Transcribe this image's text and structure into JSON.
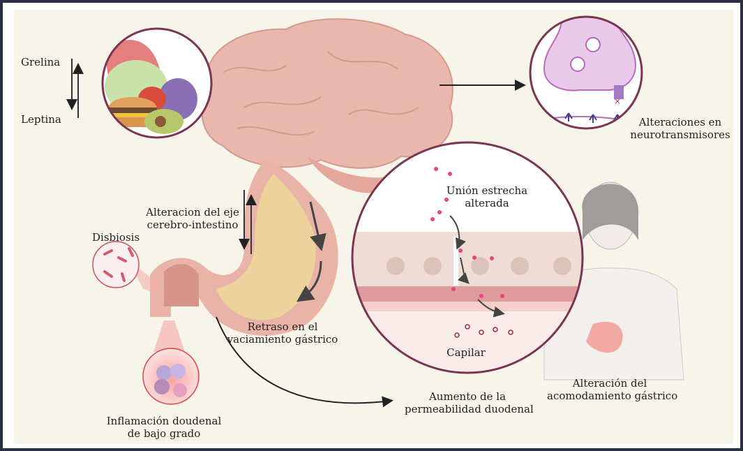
{
  "figure": {
    "labels": {
      "grelina": "Grelina",
      "leptina": "Leptina",
      "neuro_line1": "Alteraciones en",
      "neuro_line2": "neurotransmisores",
      "eje_line1": "Alteracion del eje",
      "eje_line2": "cerebro-intestino",
      "disbiosis": "Disbiosis",
      "union_line1": "Unión estrecha",
      "union_line2": "alterada",
      "capilar": "Capilar",
      "retraso_line1": "Retraso en el",
      "retraso_line2": "vaciamiento gástrico",
      "inflamacion_line1": "Inflamación doudenal",
      "inflamacion_line2": "de bajo grado",
      "permeabilidad_line1": "Aumento de la",
      "permeabilidad_line2": "permeabilidad duodenal",
      "acomodamiento_line1": "Alteración del",
      "acomodamiento_line2": "acomodamiento gástrico"
    },
    "icons": [
      "food-circle",
      "brain",
      "synapse-circle",
      "stomach",
      "bacteria-circle",
      "immune-cells-circle",
      "epithelium-circle",
      "woman-silhouette"
    ],
    "colors": {
      "background": "#f7f4ea",
      "frame": "#2b2f45",
      "circle_border": "#7a3552",
      "brain": "#e9b7ab",
      "stomach_wall": "#eab3a8",
      "stomach_content": "#ecd29b",
      "particle_pink": "#e8467a",
      "particle_ring": "#9b2a35",
      "synapse": "#e9c8ea"
    }
  }
}
